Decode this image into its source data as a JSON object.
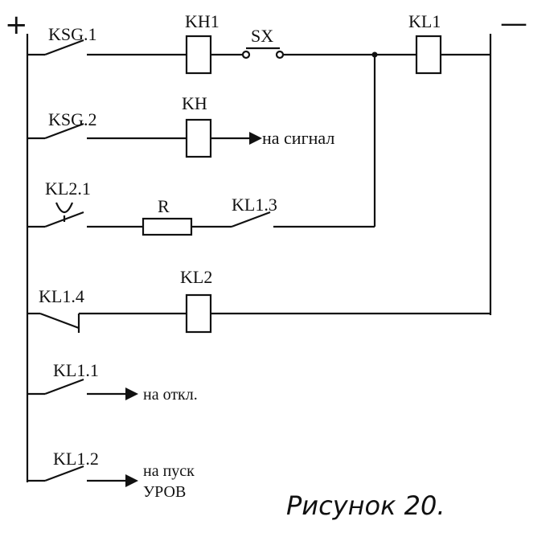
{
  "diagram": {
    "plus_sign": "+",
    "minus_sign": "—",
    "labels": {
      "ksg1": "KSG.1",
      "kh1": "KH1",
      "sx": "SX",
      "kl1": "KL1",
      "ksg2": "KSG.2",
      "kh": "KH",
      "to_signal": "на сигнал",
      "kl21": "KL2.1",
      "r": "R",
      "kl13": "KL1.3",
      "kl14": "KL1.4",
      "kl2": "KL2",
      "kl11": "KL1.1",
      "to_trip": "на откл.",
      "kl12": "KL1.2",
      "to_start_line1": "на пуск",
      "to_start_line2": "УРОВ"
    },
    "caption": "Рисунок 20."
  },
  "colors": {
    "line": "#111111",
    "background": "#ffffff"
  }
}
